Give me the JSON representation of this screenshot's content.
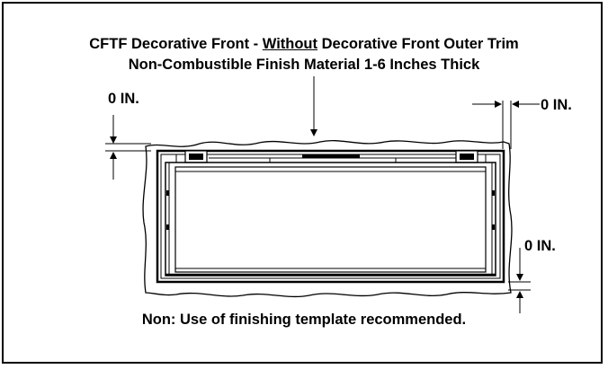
{
  "title": {
    "line1_prefix": "CFTF Decorative Front - ",
    "line1_underlined": "Without",
    "line1_suffix": " Decorative Front Outer Trim",
    "line2": "Non-Combustible Finish Material 1-6 Inches Thick"
  },
  "labels": {
    "top_left": "0 IN.",
    "top_right": "0 IN.",
    "bottom_right": "0 IN."
  },
  "note": "Non:  Use of finishing template recommended."
}
